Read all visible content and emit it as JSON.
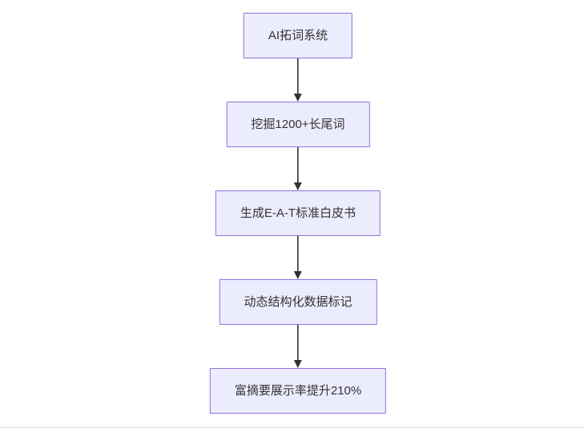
{
  "diagram": {
    "type": "flowchart",
    "direction": "top-down",
    "nodes": [
      {
        "id": "A",
        "label": "AI拓词系统"
      },
      {
        "id": "B",
        "label": "挖掘1200+长尾词"
      },
      {
        "id": "C",
        "label": "生成E-A-T标准白皮书"
      },
      {
        "id": "D",
        "label": "动态结构化数据标记"
      },
      {
        "id": "E",
        "label": "富摘要展示率提升210%"
      }
    ],
    "edges": [
      {
        "from": "A",
        "to": "B"
      },
      {
        "from": "B",
        "to": "C"
      },
      {
        "from": "C",
        "to": "D"
      },
      {
        "from": "D",
        "to": "E"
      }
    ],
    "colors": {
      "node_fill": "#ECECFF",
      "node_border": "#9370DB",
      "arrow": "#333333",
      "text": "#333333",
      "page_edge": "#dcdcdc"
    }
  }
}
